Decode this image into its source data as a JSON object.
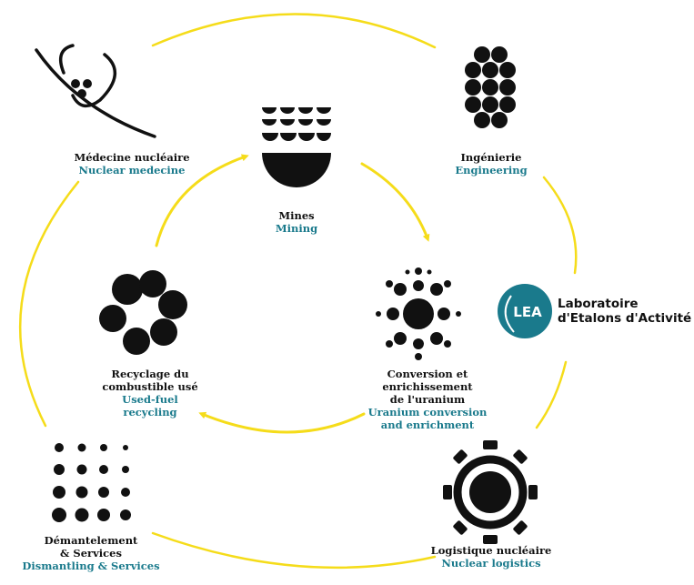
{
  "colors": {
    "ring": "#f5dc1a",
    "icon": "#111111",
    "accent": "#1a7a8c",
    "lea": "#1a7a8c"
  },
  "nodes": {
    "medecine": {
      "fr": "Médecine nucléaire",
      "en": "Nuclear medecine",
      "icon": "atom-particle-icon"
    },
    "ingenierie": {
      "fr": "Ingénierie",
      "en": "Engineering",
      "icon": "cluster-circles-icon"
    },
    "mines": {
      "fr": "Mines",
      "en": "Mining",
      "icon": "mining-layers-icon"
    },
    "conversion": {
      "fr1": "Conversion et",
      "fr2": "enrichissement",
      "fr3": "de l'uranium",
      "en1": "Uranium conversion",
      "en2": "and enrichment",
      "icon": "radiating-dots-icon"
    },
    "recyclage": {
      "fr1": "Recyclage du",
      "fr2": "combustible usé",
      "en1": "Used-fuel",
      "en2": "recycling",
      "icon": "flower-cycle-icon"
    },
    "demantelement": {
      "fr1": "Démantelement",
      "fr2": "& Services",
      "en": "Dismantling & Services",
      "icon": "dot-grid-icon"
    },
    "logistique": {
      "fr": "Logistique nucléaire",
      "en": "Nuclear logistics",
      "icon": "gear-ring-icon"
    }
  },
  "lea": {
    "logo_text": "LEA",
    "line1": "Laboratoire",
    "line2": "d'Etalons d'Activité"
  }
}
